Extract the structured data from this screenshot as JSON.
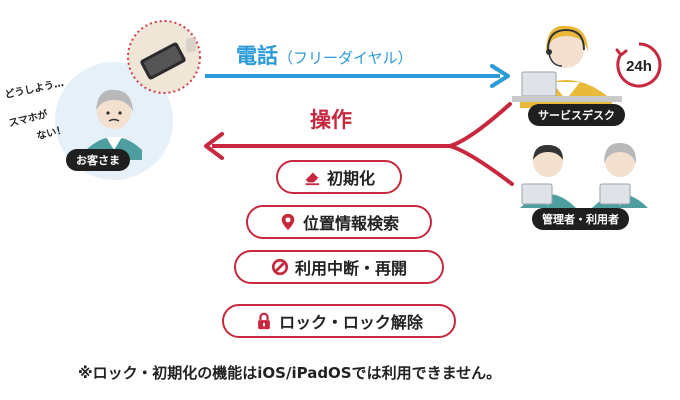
{
  "customer": {
    "speech_1": "どうしよう…",
    "speech_2": "スマホが",
    "speech_3": "ない！",
    "label": "お客さま"
  },
  "service_desk": {
    "label": "サービスデスク",
    "badge": "24h"
  },
  "manager": {
    "label": "管理者・利用者"
  },
  "arrows": {
    "phone_main": "電話",
    "phone_sub": "（フリーダイヤル）",
    "operation": "操作"
  },
  "features": [
    {
      "label": "初期化",
      "icon": "eraser-icon"
    },
    {
      "label": "位置情報検索",
      "icon": "location-pin-icon"
    },
    {
      "label": "利用中断・再開",
      "icon": "prohibited-icon"
    },
    {
      "label": "ロック・ロック解除",
      "icon": "lock-icon"
    }
  ],
  "note": "※ロック・初期化の機能はiOS/iPadOSでは利用できません。",
  "colors": {
    "blue": "#2a9ad8",
    "red": "#c8283e",
    "dark": "#1f1f1f"
  }
}
